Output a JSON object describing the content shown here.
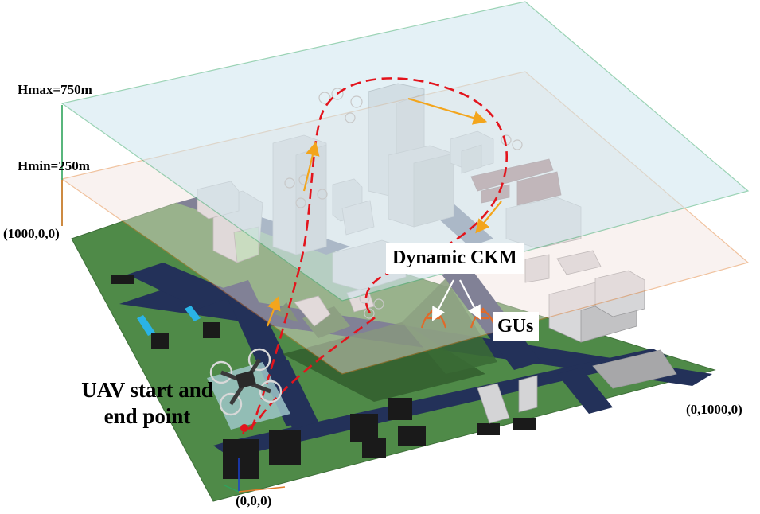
{
  "labels": {
    "hmax": "Hmax=750m",
    "hmin": "Hmin=250m",
    "corner_x": "(1000,0,0)",
    "corner_origin": "(0,0,0)",
    "corner_y": "(0,1000,0)",
    "uav_start_end": "UAV start and end point",
    "dynamic_ckm": "Dynamic CKM",
    "gus": "GUs"
  },
  "colors": {
    "upper_plane": "#cfe6ef",
    "lower_plane": "#f3e3e0",
    "ground": "#4f8a48",
    "road": "#233159",
    "building": "#d4d4d6",
    "trajectory": "#e3141c",
    "arrow": "#f3a51c",
    "gu_marker": "#e06a2a",
    "axis_z": "#2fa35c",
    "axis_x": "#e07a2a"
  },
  "icons": {
    "uav": "quadcopter-icon",
    "gu": "antenna-user-icon"
  }
}
